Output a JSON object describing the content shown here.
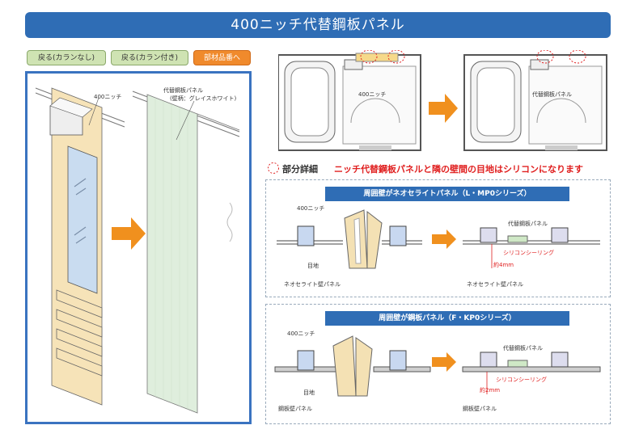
{
  "title": "400ニッチ代替鋼板パネル",
  "buttons": {
    "back_no_column": "戻る(カランなし)",
    "back_with_column": "戻る(カラン付き)",
    "parts_number": "部材品番へ"
  },
  "left_panel": {
    "niche_label": "400ニッチ",
    "panel_label_line1": "代替鋼板パネル",
    "panel_label_line2": "(壁柄：グレイスホワイト)"
  },
  "plans": {
    "before_label": "400ニッチ",
    "after_label": "代替鋼板パネル"
  },
  "note": {
    "part_detail": "部分詳細",
    "message": "ニッチ代替鋼板パネルと隣の壁間の目地はシリコンになります"
  },
  "section1": {
    "header": "周囲壁がネオセライトパネル（L・MP0シリーズ）",
    "niche": "400ニッチ",
    "joint": "目地",
    "neo_panel_left": "ネオセライト壁パネル",
    "replacement": "代替鋼板パネル",
    "silicon": "シリコンシーリング",
    "gap": "約4mm",
    "neo_panel_right": "ネオセライト壁パネル"
  },
  "section2": {
    "header": "周囲壁が鋼板パネル（F・KP0シリーズ）",
    "niche": "400ニッチ",
    "joint": "目地",
    "steel_left": "鋼板壁パネル",
    "replacement": "代替鋼板パネル",
    "silicon": "シリコンシーリング",
    "gap": "約2mm",
    "steel_right": "鋼板壁パネル"
  },
  "colors": {
    "title_bg": "#2f6db5",
    "button_green": "#cfe3b3",
    "button_orange": "#f08a2c",
    "accent_red": "#e02020",
    "arrow_orange": "#f0901e"
  }
}
